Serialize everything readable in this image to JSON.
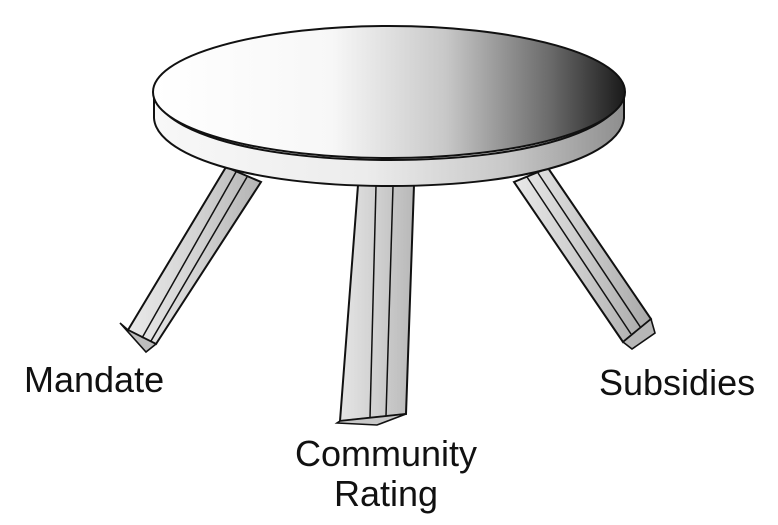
{
  "labels": {
    "left": "Mandate",
    "right": "Subsidies",
    "bottom_line_1": "Community",
    "bottom_line_2": "Rating"
  },
  "colors": {
    "outline": "#111111",
    "top_light": "#ffffff",
    "top_dark": "#1a1a1a",
    "rim_light": "#f4f4f4",
    "rim_dark": "#9a9a9a",
    "leg_light": "#ececec",
    "leg_mid": "#cfcfcf",
    "leg_dark": "#a8a8a8"
  }
}
